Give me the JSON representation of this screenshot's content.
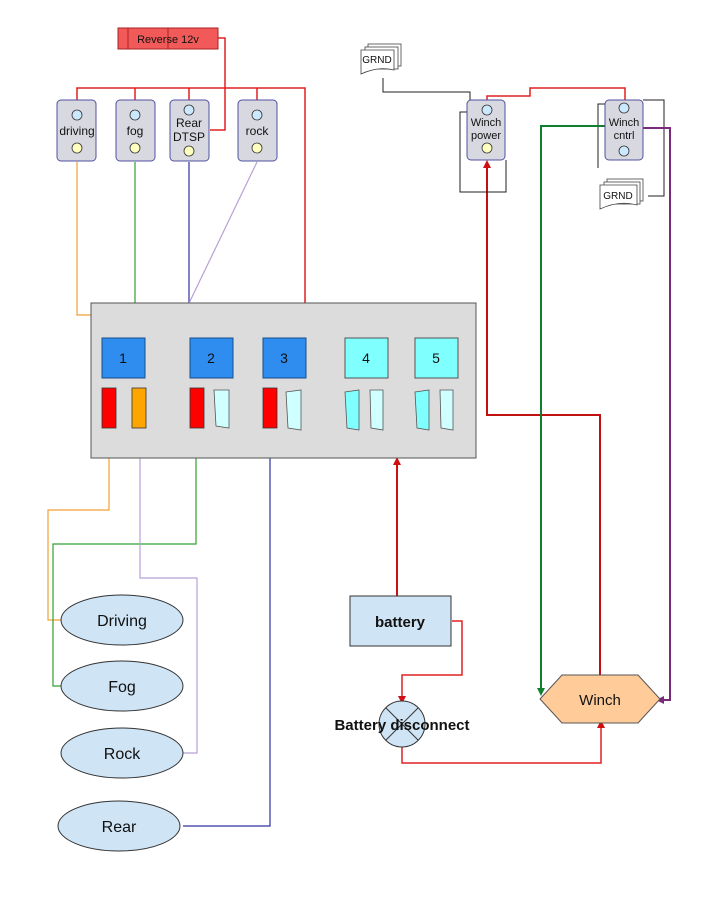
{
  "switch_panel": {
    "reverse_label": "Reverse 12v",
    "switches": [
      {
        "label_lines": [
          "driving"
        ]
      },
      {
        "label_lines": [
          "fog"
        ]
      },
      {
        "label_lines": [
          "Rear",
          "DTSP"
        ]
      },
      {
        "label_lines": [
          "rock"
        ]
      }
    ]
  },
  "winch_switches": {
    "power_label_lines": [
      "Winch",
      "power"
    ],
    "control_label_lines": [
      "Winch",
      "cntrl"
    ],
    "ground_label": "GRND"
  },
  "relay_box": {
    "relays": [
      "1",
      "2",
      "3",
      "4",
      "5"
    ]
  },
  "lights": [
    "Driving",
    "Fog",
    "Rock",
    "Rear"
  ],
  "battery_label": "battery",
  "disconnect_label": "Battery disconnect",
  "winch_label": "Winch",
  "colors": {
    "red": "#e02020",
    "orange": "#f0a030",
    "green": "#30a030",
    "navy": "#3030a0",
    "lavender": "#b8a0d8",
    "purple": "#7a2a7a",
    "dark_green": "#108030",
    "dark_red": "#c01010",
    "relay_active": "#2f8df0",
    "relay_spare": "#80ffff",
    "fuse_red": "#ff0000",
    "fuse_orange": "#ffa500",
    "light_fill": "#cfe4f5",
    "winch_fill": "#ffcc99"
  }
}
